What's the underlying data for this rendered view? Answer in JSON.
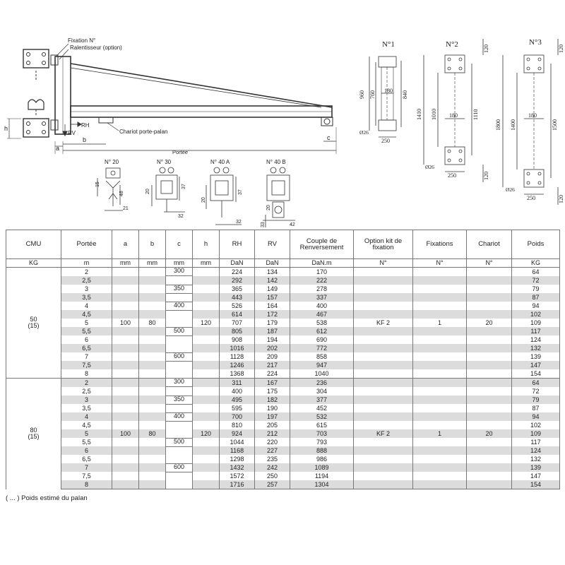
{
  "drawing": {
    "labels": {
      "fixation": "Fixation N°",
      "ralentisseur": "Ralentisseur (option)",
      "chariot": "Chariot porte-palan",
      "portee": "Portée",
      "rh": "RH",
      "rv": "RV",
      "a": "a",
      "b": "b",
      "c": "c",
      "h": "h"
    },
    "fixations": [
      {
        "title": "N°1",
        "dims": [
          "960",
          "760",
          "180",
          "840",
          "Ø26",
          "250"
        ]
      },
      {
        "title": "N°2",
        "dims": [
          "120",
          "1410",
          "1010",
          "180",
          "1110",
          "Ø26",
          "250",
          "120"
        ]
      },
      {
        "title": "N°3",
        "dims": [
          "120",
          "1800",
          "1400",
          "180",
          "1500",
          "Ø26",
          "250",
          "120"
        ]
      }
    ],
    "chariots": [
      {
        "title": "N° 20",
        "dims": [
          "15",
          "48",
          "21"
        ]
      },
      {
        "title": "N° 30",
        "dims": [
          "20",
          "37",
          "32"
        ]
      },
      {
        "title": "N° 40 A",
        "dims": [
          "20",
          "37",
          "32"
        ]
      },
      {
        "title": "N° 40 B",
        "dims": [
          "33",
          "20",
          "42"
        ]
      }
    ]
  },
  "table": {
    "headers": [
      "CMU",
      "Portée",
      "a",
      "b",
      "c",
      "h",
      "RH",
      "RV",
      "Couple de Renversement",
      "Option kit de fixation",
      "Fixations",
      "Chariot",
      "Poids"
    ],
    "units": [
      "KG",
      "m",
      "mm",
      "mm",
      "mm",
      "mm",
      "DaN",
      "DaN",
      "DaN.m",
      "N°",
      "N°",
      "N°",
      "KG"
    ],
    "groups": [
      {
        "cmu": "50",
        "cmu_note": "(15)",
        "a": "100",
        "b": "80",
        "h": "120",
        "kit": "KF 2",
        "fixations": "1",
        "chariot": "20",
        "c_bands": [
          {
            "value": "300",
            "rows": 2
          },
          {
            "value": "350",
            "rows": 2
          },
          {
            "value": "400",
            "rows": 3
          },
          {
            "value": "500",
            "rows": 3
          },
          {
            "value": "600",
            "rows": 3
          }
        ],
        "rows": [
          {
            "portee": "2",
            "rh": "224",
            "rv": "134",
            "couple": "170",
            "poids": "64"
          },
          {
            "portee": "2,5",
            "rh": "292",
            "rv": "142",
            "couple": "222",
            "poids": "72"
          },
          {
            "portee": "3",
            "rh": "365",
            "rv": "149",
            "couple": "278",
            "poids": "79"
          },
          {
            "portee": "3,5",
            "rh": "443",
            "rv": "157",
            "couple": "337",
            "poids": "87"
          },
          {
            "portee": "4",
            "rh": "526",
            "rv": "164",
            "couple": "400",
            "poids": "94"
          },
          {
            "portee": "4,5",
            "rh": "614",
            "rv": "172",
            "couple": "467",
            "poids": "102"
          },
          {
            "portee": "5",
            "rh": "707",
            "rv": "179",
            "couple": "538",
            "poids": "109"
          },
          {
            "portee": "5,5",
            "rh": "805",
            "rv": "187",
            "couple": "612",
            "poids": "117"
          },
          {
            "portee": "6",
            "rh": "908",
            "rv": "194",
            "couple": "690",
            "poids": "124"
          },
          {
            "portee": "6,5",
            "rh": "1016",
            "rv": "202",
            "couple": "772",
            "poids": "132"
          },
          {
            "portee": "7",
            "rh": "1128",
            "rv": "209",
            "couple": "858",
            "poids": "139"
          },
          {
            "portee": "7,5",
            "rh": "1246",
            "rv": "217",
            "couple": "947",
            "poids": "147"
          },
          {
            "portee": "8",
            "rh": "1368",
            "rv": "224",
            "couple": "1040",
            "poids": "154"
          }
        ]
      },
      {
        "cmu": "80",
        "cmu_note": "(15)",
        "a": "100",
        "b": "80",
        "h": "120",
        "kit": "KF 2",
        "fixations": "1",
        "chariot": "20",
        "c_bands": [
          {
            "value": "300",
            "rows": 2
          },
          {
            "value": "350",
            "rows": 2
          },
          {
            "value": "400",
            "rows": 3
          },
          {
            "value": "500",
            "rows": 3
          },
          {
            "value": "600",
            "rows": 3
          }
        ],
        "rows": [
          {
            "portee": "2",
            "rh": "311",
            "rv": "167",
            "couple": "236",
            "poids": "64"
          },
          {
            "portee": "2,5",
            "rh": "400",
            "rv": "175",
            "couple": "304",
            "poids": "72"
          },
          {
            "portee": "3",
            "rh": "495",
            "rv": "182",
            "couple": "377",
            "poids": "79"
          },
          {
            "portee": "3,5",
            "rh": "595",
            "rv": "190",
            "couple": "452",
            "poids": "87"
          },
          {
            "portee": "4",
            "rh": "700",
            "rv": "197",
            "couple": "532",
            "poids": "94"
          },
          {
            "portee": "4,5",
            "rh": "810",
            "rv": "205",
            "couple": "615",
            "poids": "102"
          },
          {
            "portee": "5",
            "rh": "924",
            "rv": "212",
            "couple": "703",
            "poids": "109"
          },
          {
            "portee": "5,5",
            "rh": "1044",
            "rv": "220",
            "couple": "793",
            "poids": "117"
          },
          {
            "portee": "6",
            "rh": "1168",
            "rv": "227",
            "couple": "888",
            "poids": "124"
          },
          {
            "portee": "6,5",
            "rh": "1298",
            "rv": "235",
            "couple": "986",
            "poids": "132"
          },
          {
            "portee": "7",
            "rh": "1432",
            "rv": "242",
            "couple": "1089",
            "poids": "139"
          },
          {
            "portee": "7,5",
            "rh": "1572",
            "rv": "250",
            "couple": "1194",
            "poids": "147"
          },
          {
            "portee": "8",
            "rh": "1716",
            "rv": "257",
            "couple": "1304",
            "poids": "154"
          }
        ]
      }
    ],
    "footnote": "( ... ) Poids estimé du palan"
  }
}
